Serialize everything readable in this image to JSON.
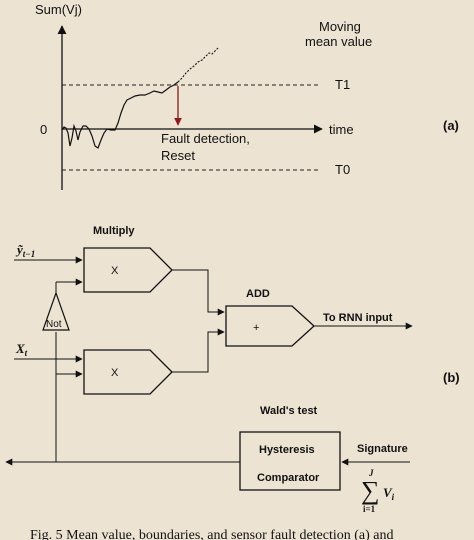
{
  "panel_a": {
    "y_label": "Sum(Vj)",
    "moving_mean_label_1": "Moving",
    "moving_mean_label_2": "mean value",
    "t1_label": "T1",
    "zero_label": "0",
    "time_label": "time",
    "fault_label_1": "Fault detection,",
    "fault_label_2": "Reset",
    "t0_label": "T0",
    "panel_tag": "(a)"
  },
  "panel_b": {
    "input_y_label": "ỹ",
    "input_y_sub": "t−1",
    "input_x_label": "X",
    "input_x_sub": "t",
    "not_label": "Not",
    "multiply_label": "Multiply",
    "gate_top_label": "X",
    "gate_bottom_label": "X",
    "add_title": "ADD",
    "add_gate_label": "+",
    "output_label": "To RNN input",
    "walds_label": "Wald's test",
    "hysteresis_line_1": "Hysteresis",
    "hysteresis_line_2": "Comparator",
    "signature_label": "Signature",
    "sum_upper": "J",
    "sum_lower": "i=1",
    "sum_term": "V",
    "sum_term_sub": "i",
    "panel_tag": "(b)"
  },
  "caption": "Fig. 5 Mean value, boundaries, and sensor fault detection (a) and"
}
